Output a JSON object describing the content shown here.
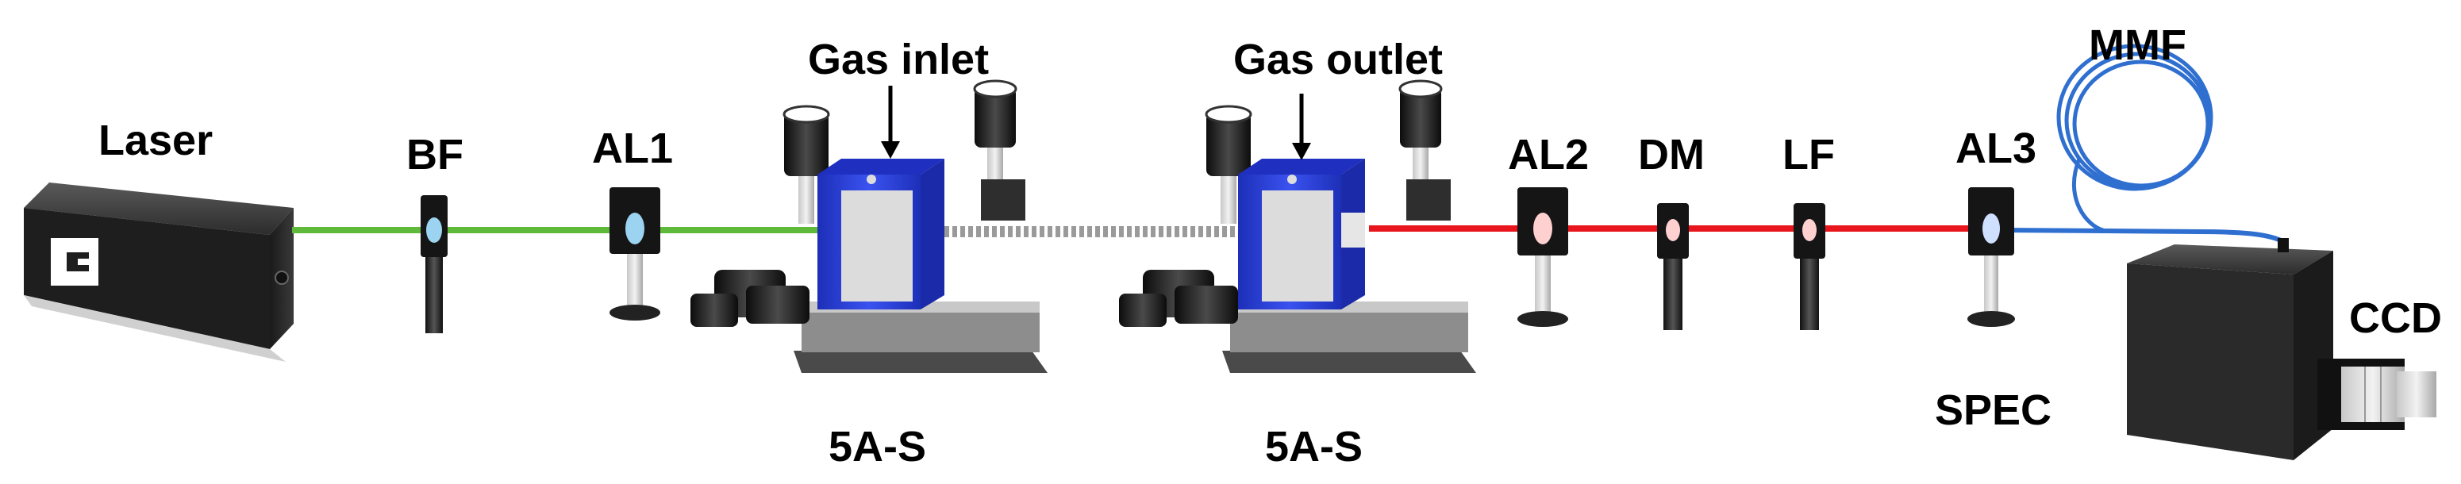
{
  "labels": {
    "laser": "Laser",
    "bf": "BF",
    "al1": "AL1",
    "gas_inlet": "Gas inlet",
    "gas_outlet": "Gas outlet",
    "al2": "AL2",
    "dm": "DM",
    "lf": "LF",
    "al3": "AL3",
    "mmf": "MMF",
    "ccd": "CCD",
    "spec": "SPEC",
    "stage_left": "5A-S",
    "stage_right": "5A-S"
  },
  "colors": {
    "green_beam": "#5fba3c",
    "red_beam": "#e8161c",
    "blue_fiber": "#2f6fd0",
    "chamber_blue": "#2a3fd8"
  }
}
